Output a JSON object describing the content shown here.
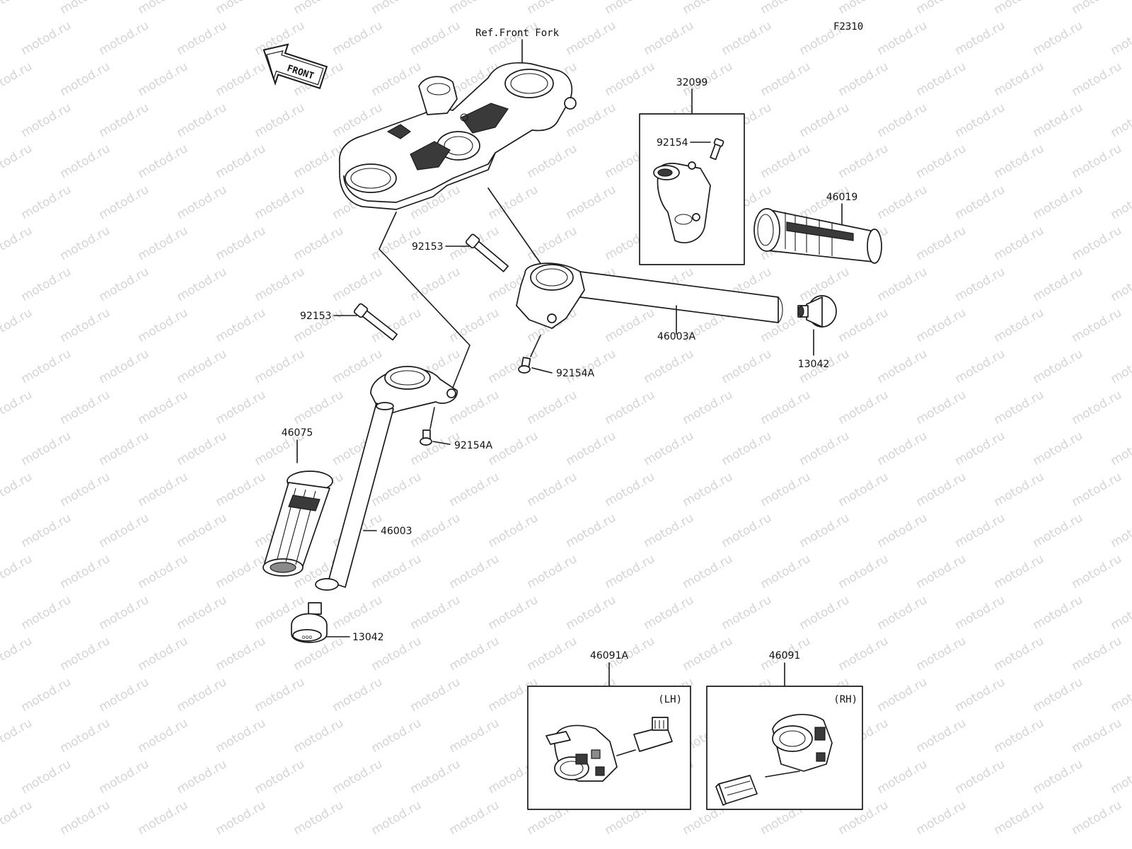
{
  "diagram": {
    "figure_code": "F2310",
    "front_arrow_label": "FRONT",
    "reference_label": "Ref.Front Fork",
    "watermark_text": "motod.ru",
    "part_numbers": {
      "p32099": "32099",
      "p92154": "92154",
      "p46019": "46019",
      "p92153_upper": "92153",
      "p92153_lower": "92153",
      "p46003A": "46003A",
      "p13042_right": "13042",
      "p92154A_upper": "92154A",
      "p92154A_lower": "92154A",
      "p46075": "46075",
      "p46003": "46003",
      "p13042_left": "13042",
      "p46091A": "46091A",
      "p46091": "46091"
    },
    "switch_boxes": {
      "left_side_label": "(LH)",
      "right_side_label": "(RH)"
    }
  }
}
